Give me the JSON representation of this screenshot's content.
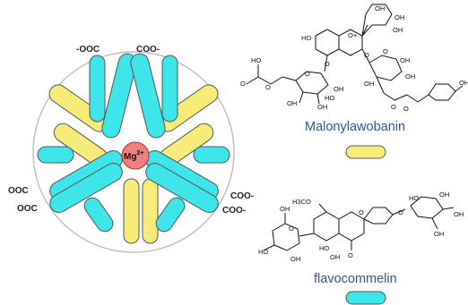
{
  "complex": {
    "ion_label": "Mg",
    "ion_charge": "2+",
    "charge_labels": [
      "-OOC",
      "COO-",
      "OOC",
      "OOC",
      "COO-",
      "COO-"
    ],
    "ion_color": "#f08080",
    "anthocyanin_color": "#f7ec7a",
    "flavone_color": "#3ee6ea"
  },
  "molecules": {
    "top_name": "Malonylawobanin",
    "bottom_name": "flavocommelin",
    "top_atoms": [
      "OH",
      "OH",
      "HO",
      "O+",
      "OH",
      "HO",
      "O",
      "O",
      "O",
      "OH",
      "O",
      "O",
      "OH",
      "OH",
      "OH",
      "O",
      "OH",
      "OH",
      "HO",
      "O",
      "O",
      "OH"
    ],
    "bottom_atoms": [
      "HO",
      "O",
      "OH",
      "OH",
      "H3CO",
      "O",
      "HO",
      "OH",
      "HO",
      "O",
      "OH",
      "O",
      "OH",
      "OH"
    ]
  }
}
